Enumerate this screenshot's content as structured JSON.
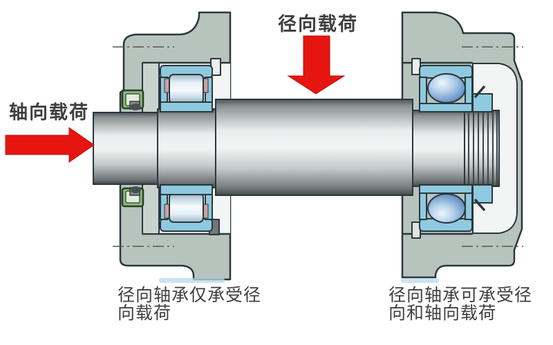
{
  "diagram": {
    "labels": {
      "axial_load": "轴向载荷",
      "radial_load": "径向载荷"
    },
    "captions": {
      "left": {
        "line1": "径向轴承仅承受径",
        "line2": "向载荷"
      },
      "right": {
        "line1": "径向轴承可承受径",
        "line2": "向和轴向载荷"
      }
    }
  },
  "colors": {
    "housing": "#b7c4bd",
    "housing_cover": "#c9d2cc",
    "pocket": "#f3f5f4",
    "bearing_ring": "#8ecadf",
    "cage": "#c8a2a2",
    "seal": "#8fb585",
    "arrow": "#e6150f",
    "outline": "#2a363c",
    "label_text": "#3f3f3f",
    "centerline": "#555555"
  }
}
